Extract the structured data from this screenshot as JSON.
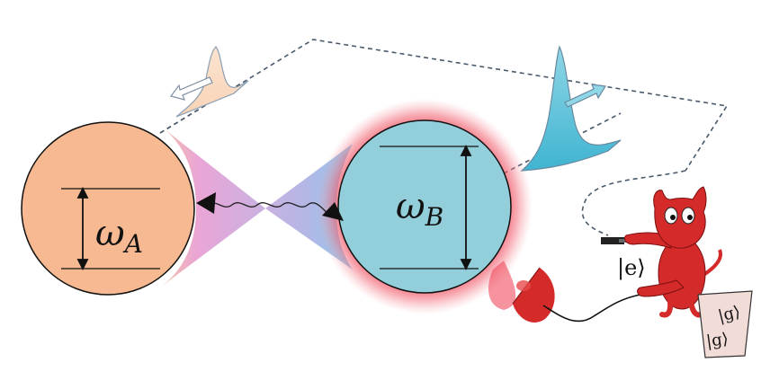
{
  "labels": {
    "omega_a": "ω",
    "omega_a_sub": "A",
    "omega_b": "ω",
    "omega_b_sub": "B",
    "ket_e": "|e⟩",
    "ket_g_1": "|g⟩",
    "ket_g_2": "|g⟩"
  },
  "colors": {
    "resonator_a": "#f6b991",
    "resonator_b": "#93cfdb",
    "glow_b": "#ee3b4e",
    "wavepacket_a": "#fbe0c8",
    "wavepacket_b": "#5fc3da",
    "cone_pink": "#e78fc8",
    "cone_purple": "#b79bd8",
    "cone_blue": "#7db4e6",
    "demon": "#d42a2a",
    "detector": "#d42a2a",
    "bin": "#f1dcd8"
  },
  "icons": [
    "resonator-a",
    "resonator-b",
    "wavepacket-a",
    "wavepacket-b",
    "photon-wavy-line",
    "detector-dish",
    "demon-figure",
    "atom-marker",
    "ground-state-bin"
  ]
}
